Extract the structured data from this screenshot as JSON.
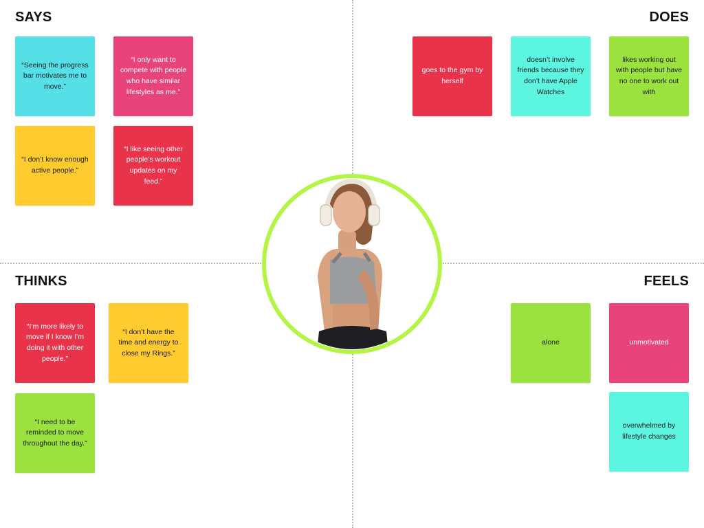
{
  "colors": {
    "cyan": "#55E0E8",
    "pink": "#E8437A",
    "yellow": "#FFCB2E",
    "red": "#E8334A",
    "mint": "#5CF5DF",
    "lime": "#9BE23F",
    "ring": "#B3F545"
  },
  "quadrants": {
    "says": {
      "title": "SAYS"
    },
    "does": {
      "title": "DOES"
    },
    "thinks": {
      "title": "THINKS"
    },
    "feels": {
      "title": "FEELS"
    }
  },
  "notes": {
    "says_progress_bar": "“Seeing the progress bar motivates me to move.”",
    "says_compete": "“I only want to compete with people who have similar lifestyles as me.”",
    "says_active_people": "“I don’t know enough active people.”",
    "says_workout_updates": "“I like seeing other people’s workout updates on my feed.”",
    "does_gym": "goes to the gym by herself",
    "does_friends": "doesn’t involve friends because they don’t have Apple Watches",
    "does_working_out": "likes working out with people but have no one to work out with",
    "thinks_move_with_others": "“I’m more likely to move if I know I’m doing it with other people.”",
    "thinks_time_energy": "“I don’t have the time and energy to close my Rings.”",
    "thinks_reminded": "“I need to be reminded to move throughout the day.”",
    "feels_alone": "alone",
    "feels_unmotivated": "unmotivated",
    "feels_overwhelmed": "overwhelmed by lifestyle changes"
  },
  "persona": {
    "icon": "woman-with-headphones-photo"
  }
}
